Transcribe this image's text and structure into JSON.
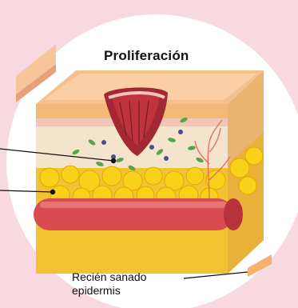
{
  "title": "Proliferación",
  "caption": {
    "line1": "Recién sanado",
    "line2": "epidermis"
  },
  "colors": {
    "background": "#f7d9df",
    "circle": "#ffffff",
    "epidermis": "#f3b978",
    "dermis": "#f2dfc2",
    "wound": "#a42834",
    "fat": "#f6c400",
    "vessel": "#d94b50"
  },
  "icons": [
    "wound-clot",
    "fat-cells",
    "blood-vessel",
    "cells",
    "capillaries"
  ]
}
